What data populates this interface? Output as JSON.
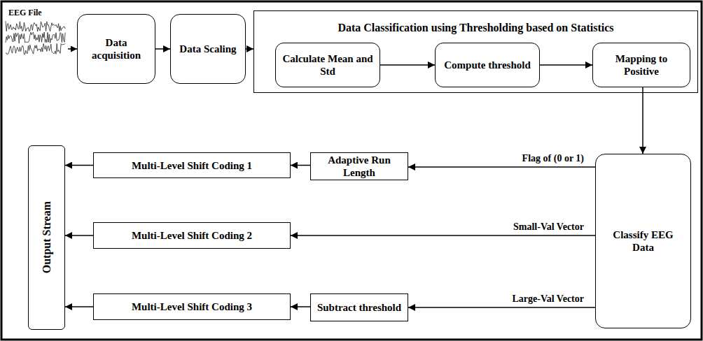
{
  "diagram": {
    "nodes": [
      {
        "text": [
          "Data acquisition"
        ]
      },
      {
        "text": [
          "Data Scaling"
        ]
      },
      {
        "text": [
          "Data Classification using Thresholding based on Statistics"
        ]
      },
      {
        "text": [
          "Calculate Mean and Std"
        ],
        "in": 2
      },
      {
        "text": [
          "Compute threshold"
        ],
        "in": 2
      },
      {
        "text": [
          "Mapping to Positive"
        ],
        "in": 2
      },
      {
        "text": [
          "Classify EEG Data"
        ]
      },
      {
        "text": [
          "Adaptive Run Length"
        ]
      },
      {
        "text": [
          "Multi-Level Shift Coding 1"
        ]
      },
      {
        "text": [
          "Multi-Level Shift Coding 2"
        ]
      },
      {
        "text": [
          "Subtract threshold"
        ]
      },
      {
        "text": [
          "Multi-Level Shift Coding 3"
        ]
      },
      {
        "text": [
          "Output Stream"
        ]
      }
    ],
    "edges": [
      {
        "from": 0,
        "to": 1,
        "arrow": "to"
      },
      {
        "from": 1,
        "to": 2,
        "arrow": "to"
      },
      {
        "from": 3,
        "to": 4,
        "arrow": "to"
      },
      {
        "from": 4,
        "to": 5,
        "arrow": "to"
      },
      {
        "from": 5,
        "to": 6,
        "arrow": "to"
      },
      {
        "from": 6,
        "to": 7,
        "label": "Flag of (0 or 1)",
        "arrow": "to"
      },
      {
        "from": 7,
        "to": 8,
        "arrow": "to"
      },
      {
        "from": 8,
        "to": 12,
        "arrow": "to"
      },
      {
        "from": 6,
        "to": 9,
        "label": "Small-Val Vector",
        "arrow": "to"
      },
      {
        "from": 9,
        "to": 12,
        "arrow": "to"
      },
      {
        "from": 6,
        "to": 10,
        "label": "Large-Val Vector",
        "arrow": "to"
      },
      {
        "from": 10,
        "to": 11,
        "arrow": "to"
      },
      {
        "from": 11,
        "to": 12,
        "arrow": "to"
      }
    ],
    "labels": [
      "EEG File"
    ]
  }
}
